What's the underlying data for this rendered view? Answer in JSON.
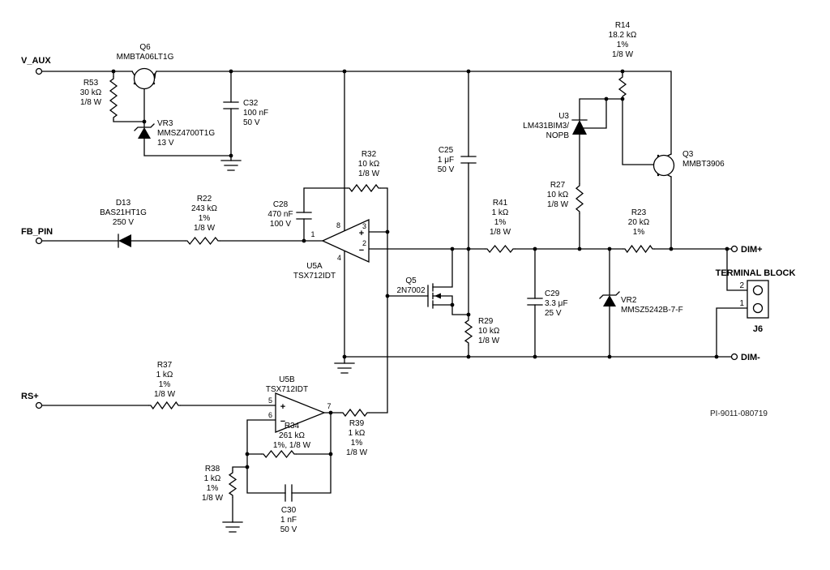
{
  "nets": {
    "v_aux": "V_AUX",
    "fb_pin": "FB_PIN",
    "rs_plus": "RS+",
    "dim_plus": "DIM+",
    "dim_minus": "DIM-"
  },
  "drawing_number": "PI-9011-080719",
  "terminal_block": {
    "title": "TERMINAL BLOCK",
    "ref": "J6",
    "pin_top": "2",
    "pin_bottom": "1"
  },
  "opamp_pins": {
    "u5a": {
      "out": "1",
      "inp": "3",
      "inn": "2",
      "vcc": "8",
      "vee": "4",
      "sp": "+",
      "sn": "−"
    },
    "u5b": {
      "out": "7",
      "inp": "5",
      "inn": "6",
      "sp": "+",
      "sn": "−"
    }
  },
  "components": {
    "Q6": [
      "Q6",
      "MMBTA06LT1G"
    ],
    "R53": [
      "R53",
      "30 kΩ",
      "1/8 W"
    ],
    "VR3": [
      "VR3",
      "MMSZ4700T1G",
      "13 V"
    ],
    "C32": [
      "C32",
      "100 nF",
      "50 V"
    ],
    "D13": [
      "D13",
      "BAS21HT1G",
      "250 V"
    ],
    "R22": [
      "R22",
      "243 kΩ",
      "1%",
      "1/8 W"
    ],
    "C28": [
      "C28",
      "470 nF",
      "100 V"
    ],
    "R32": [
      "R32",
      "10 kΩ",
      "1/8 W"
    ],
    "U5A": [
      "U5A",
      "TSX712IDT"
    ],
    "C25": [
      "C25",
      "1 μF",
      "50 V"
    ],
    "Q5": [
      "Q5",
      "2N7002"
    ],
    "R29": [
      "R29",
      "10 kΩ",
      "1/8 W"
    ],
    "R41": [
      "R41",
      "1 kΩ",
      "1%",
      "1/8 W"
    ],
    "C29": [
      "C29",
      "3.3 μF",
      "25 V"
    ],
    "R27": [
      "R27",
      "10 kΩ",
      "1/8 W"
    ],
    "U3": [
      "U3",
      "LM431BIM3/",
      "NOPB"
    ],
    "R14": [
      "R14",
      "18.2 kΩ",
      "1%",
      "1/8 W"
    ],
    "Q3": [
      "Q3",
      "MMBT3906"
    ],
    "R23": [
      "R23",
      "20 kΩ",
      "1%"
    ],
    "VR2": [
      "VR2",
      "MMSZ5242B-7-F"
    ],
    "R37": [
      "R37",
      "1 kΩ",
      "1%",
      "1/8 W"
    ],
    "U5B": [
      "U5B",
      "TSX712IDT"
    ],
    "R39": [
      "R39",
      "1 kΩ",
      "1%",
      "1/8 W"
    ],
    "R34": [
      "R34",
      "261 kΩ",
      "1%, 1/8 W"
    ],
    "R38": [
      "R38",
      "1 kΩ",
      "1%",
      "1/8 W"
    ],
    "C30": [
      "C30",
      "1 nF",
      "50 V"
    ]
  }
}
